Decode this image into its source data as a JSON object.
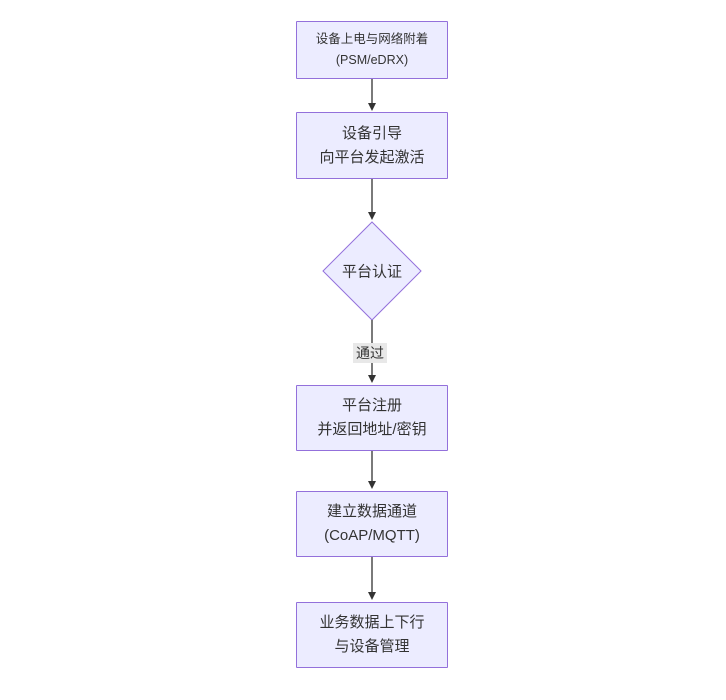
{
  "diagram": {
    "type": "flowchart",
    "direction": "top-down",
    "colors": {
      "background": "#ffffff",
      "node_fill": "#ECECFF",
      "node_border": "#9370DB",
      "node_text": "#333333",
      "edge_stroke": "#333333",
      "edge_label_bg": "#e8e8e8",
      "edge_label_text": "#333333"
    },
    "nodes": [
      {
        "id": "device-power-network-attach",
        "shape": "rect",
        "lines": [
          "设备上电与网络附着",
          "(PSM/eDRX)"
        ]
      },
      {
        "id": "device-bootstrap",
        "shape": "rect",
        "lines": [
          "设备引导",
          "向平台发起激活"
        ]
      },
      {
        "id": "platform-auth",
        "shape": "diamond",
        "lines": [
          "平台认证"
        ]
      },
      {
        "id": "platform-register",
        "shape": "rect",
        "lines": [
          "平台注册",
          "并返回地址/密钥"
        ]
      },
      {
        "id": "data-channel",
        "shape": "rect",
        "lines": [
          "建立数据通道",
          "(CoAP/MQTT)"
        ]
      },
      {
        "id": "business-data",
        "shape": "rect",
        "lines": [
          "业务数据上下行",
          "与设备管理"
        ]
      }
    ],
    "edges": [
      {
        "from": "device-power-network-attach",
        "to": "device-bootstrap",
        "label": ""
      },
      {
        "from": "device-bootstrap",
        "to": "platform-auth",
        "label": ""
      },
      {
        "from": "platform-auth",
        "to": "platform-register",
        "label": "通过"
      },
      {
        "from": "platform-register",
        "to": "data-channel",
        "label": ""
      },
      {
        "from": "data-channel",
        "to": "business-data",
        "label": ""
      }
    ]
  }
}
